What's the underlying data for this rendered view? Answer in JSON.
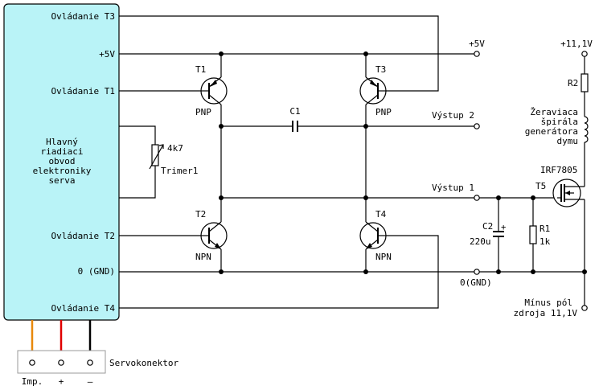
{
  "block": {
    "pins": {
      "t3": "Ovládanie T3",
      "plus5v": "+5V",
      "t1": "Ovládanie T1",
      "t2": "Ovládanie T2",
      "gnd": "0 (GND)",
      "t4": "Ovládanie T4"
    },
    "title_lines": [
      "Hlavný",
      "riadiaci",
      "obvod",
      "elektroniky",
      "serva"
    ],
    "fill_color": "#b9f3f7"
  },
  "trimmer": {
    "value": "4k7",
    "name": "Trimer1"
  },
  "transistors": {
    "t1": {
      "name": "T1",
      "type": "PNP"
    },
    "t2": {
      "name": "T2",
      "type": "NPN"
    },
    "t3": {
      "name": "T3",
      "type": "PNP"
    },
    "t4": {
      "name": "T4",
      "type": "NPN"
    },
    "t5": {
      "name": "T5",
      "type": "IRF7805"
    }
  },
  "capacitors": {
    "c1": {
      "name": "C1"
    },
    "c2": {
      "name": "C2",
      "value": "220u"
    }
  },
  "resistors": {
    "r1": {
      "name": "R1",
      "value": "1k"
    },
    "r2": {
      "name": "R2"
    }
  },
  "terminals": {
    "plus5v": "+5V",
    "vystup2": "Výstup 2",
    "vystup1": "Výstup 1",
    "gnd": "0(GND)",
    "plus11v": "+11,1V",
    "minus": [
      "Mínus pól",
      "zdroja 11,1V"
    ]
  },
  "heater": [
    "Žeraviaca",
    "špirála",
    "generátora",
    "dymu"
  ],
  "servo": {
    "label": "Servokonektor",
    "pins": [
      "Imp.",
      "+",
      "—"
    ],
    "wire_colors": [
      "#e8880c",
      "#e00000",
      "#000000"
    ]
  }
}
